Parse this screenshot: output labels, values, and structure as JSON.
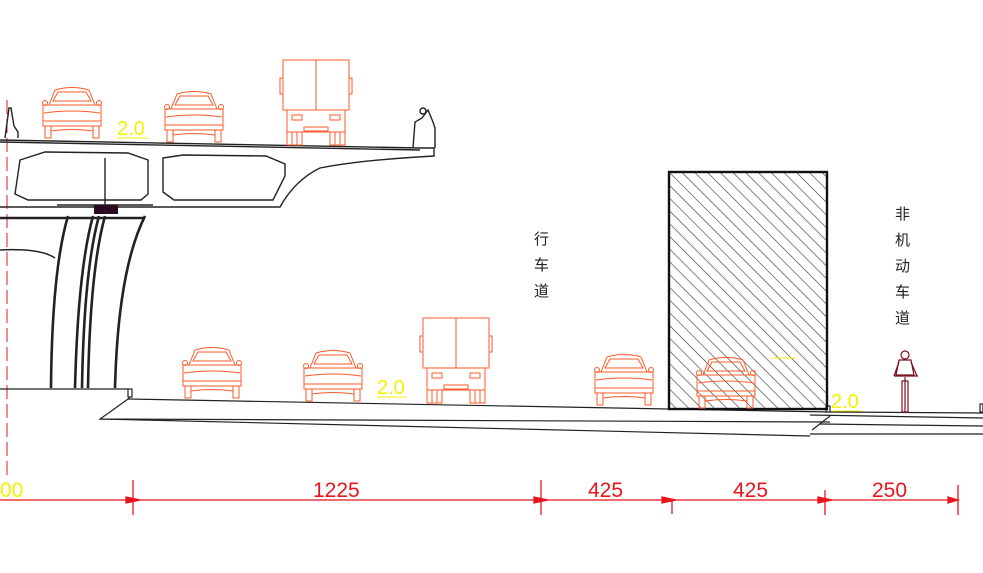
{
  "drawing": {
    "lane_labels": {
      "motor_lane": [
        "行",
        "车",
        "道"
      ],
      "non_motor_lane": [
        "非",
        "机",
        "动",
        "车",
        "道"
      ]
    },
    "slope_labels": [
      "2.0",
      "2.0",
      "2.0"
    ],
    "dimensions": [
      "00",
      "1225",
      "425",
      "425",
      "250"
    ],
    "colors": {
      "vehicle": "#ff5a2a",
      "dimension": "#e8141c",
      "slope_text": "#f5f000",
      "structure": "#222222",
      "cyclist": "#7a1020"
    }
  }
}
